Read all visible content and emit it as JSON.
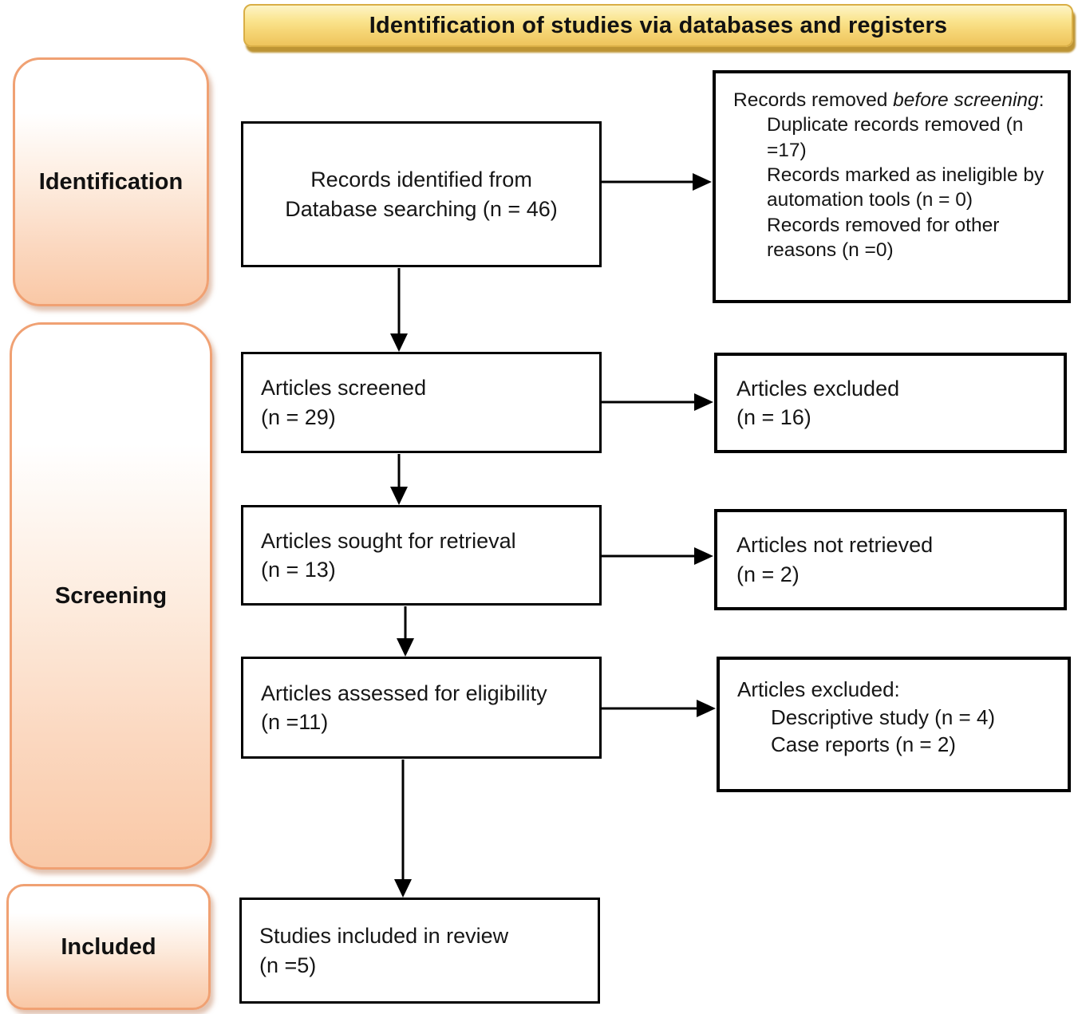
{
  "banner": {
    "title": "Identification of studies via databases and registers"
  },
  "sidebar": {
    "identification_label": "Identification",
    "screening_label": "Screening",
    "included_label": "Included"
  },
  "main_flow": {
    "records_identified": {
      "line1": "Records identified from",
      "line2": "Database searching (n = 46)"
    },
    "articles_screened": {
      "line1": "Articles screened",
      "line2": "(n = 29)"
    },
    "articles_sought": {
      "line1": "Articles sought for retrieval",
      "line2": "(n = 13)"
    },
    "articles_assessed": {
      "line1": "Articles assessed for eligibility",
      "line2": "(n =11)"
    },
    "studies_included": {
      "line1": "Studies included in review",
      "line2": "(n =5)"
    }
  },
  "side_flow": {
    "records_removed": {
      "heading_prefix": "Records removed ",
      "heading_italic": "before screening",
      "heading_suffix": ":",
      "items": [
        "Duplicate records removed (n =17)",
        "Records marked as ineligible by automation tools (n = 0)",
        "Records removed for other reasons (n =0)"
      ]
    },
    "articles_excluded": {
      "line1": "Articles excluded",
      "line2": "(n = 16)"
    },
    "articles_not_retrieved": {
      "line1": "Articles not retrieved",
      "line2": "(n = 2)"
    },
    "articles_excluded_eligibility": {
      "heading": "Articles excluded:",
      "items": [
        "Descriptive study (n = 4)",
        "Case reports (n = 2)"
      ]
    }
  },
  "colors": {
    "banner_fill_top": "#fdf4c6",
    "banner_fill_bottom": "#eec45c",
    "banner_border": "#d9ae45",
    "banner_shadow": "#bd9434",
    "stage_border": "#f0a173",
    "stage_fill_bottom": "#f9c8a6",
    "box_border": "#000000",
    "arrow": "#000000",
    "text": "#161616"
  }
}
